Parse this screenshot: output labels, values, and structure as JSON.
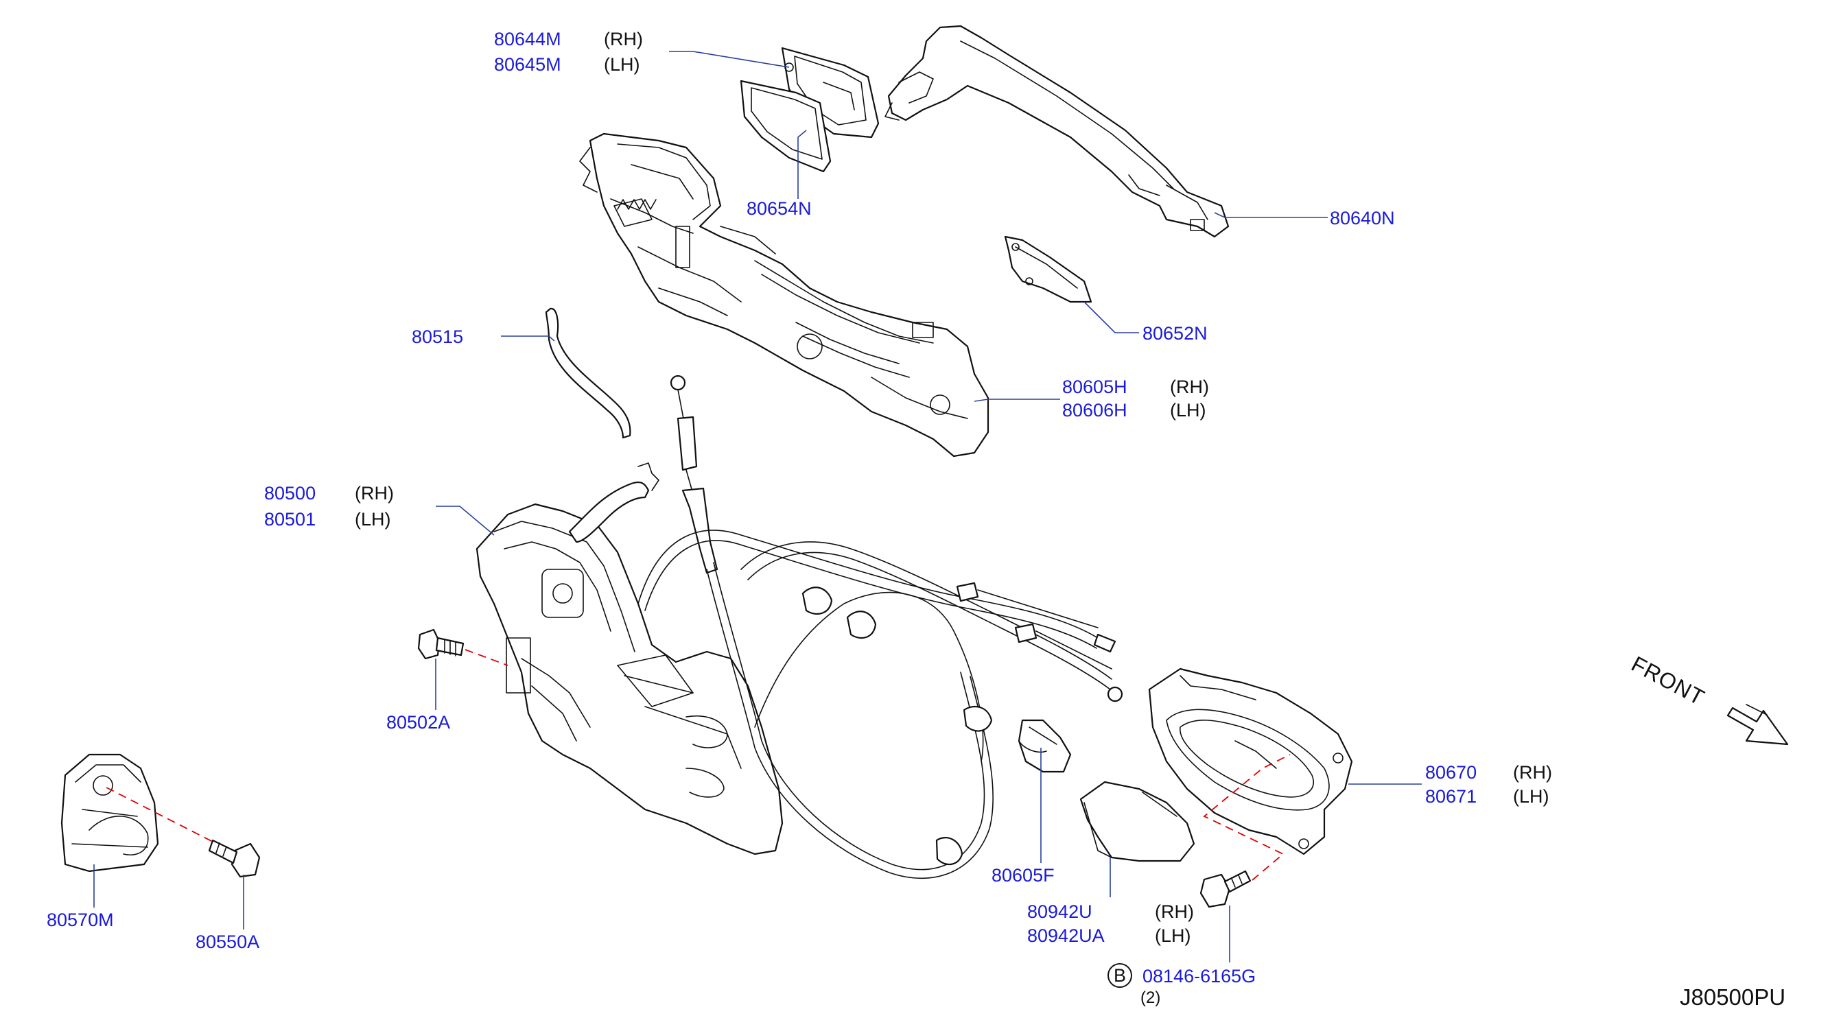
{
  "diagram_id": "J80500PU",
  "front_label": "FRONT",
  "callouts": {
    "c80644": {
      "part": "80644M",
      "side": "(RH)"
    },
    "c80645": {
      "part": "80645M",
      "side": "(LH)"
    },
    "c80654": {
      "part": "80654N"
    },
    "c80640": {
      "part": "80640N"
    },
    "c80652": {
      "part": "80652N"
    },
    "c80515": {
      "part": "80515"
    },
    "c80605h": {
      "part": "80605H",
      "side": "(RH)"
    },
    "c80606h": {
      "part": "80606H",
      "side": "(LH)"
    },
    "c80500": {
      "part": "80500",
      "side": "(RH)"
    },
    "c80501": {
      "part": "80501",
      "side": "(LH)"
    },
    "c80502": {
      "part": "80502A"
    },
    "c80570": {
      "part": "80570M"
    },
    "c80550": {
      "part": "80550A"
    },
    "c80605f": {
      "part": "80605F"
    },
    "c80942u": {
      "part": "80942U",
      "side": "(RH)"
    },
    "c80942ua": {
      "part": "80942UA",
      "side": "(LH)"
    },
    "c80670": {
      "part": "80670",
      "side": "(RH)"
    },
    "c80671": {
      "part": "80671",
      "side": "(LH)"
    },
    "c08146": {
      "badge": "B",
      "part": "08146-6165G",
      "qty": "(2)"
    }
  }
}
